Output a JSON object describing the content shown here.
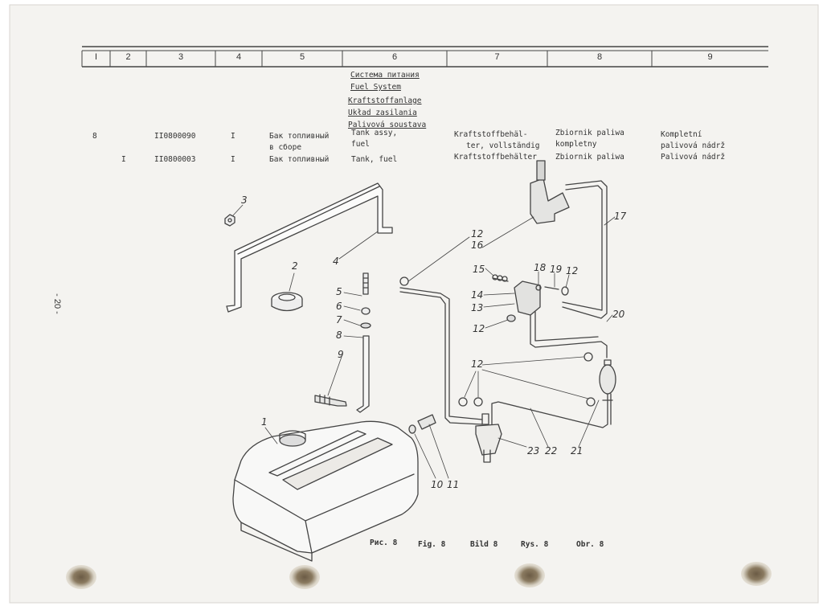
{
  "page_number": "- 20 -",
  "columns": [
    "I",
    "2",
    "3",
    "4",
    "5",
    "6",
    "7",
    "8",
    "9"
  ],
  "section_titles": [
    "Система питания",
    "Fuel System",
    "Kraftstoffanlage",
    "Układ zasilania",
    "Palivová soustava"
  ],
  "rows": [
    {
      "col1": "8",
      "col2": "",
      "part_no": "II0800090",
      "qty": "I",
      "ru": [
        "Бак топливный",
        "в сборе"
      ],
      "en": [
        "Tank assy,",
        "fuel"
      ],
      "de": [
        "Kraftstoffbehäl-",
        "ter, vollständig"
      ],
      "pl": [
        "Zbiornik paliwa",
        "kompletny"
      ],
      "cs": [
        "Kompletní",
        "palivová nádrž"
      ]
    },
    {
      "col1": "",
      "col2": "I",
      "part_no": "II0800003",
      "qty": "I",
      "ru": [
        "Бак топливный"
      ],
      "en": [
        "Tank, fuel"
      ],
      "de": [
        "Kraftstoffbehälter"
      ],
      "pl": [
        "Zbiornik paliwa"
      ],
      "cs": [
        "Palivová nádrž"
      ]
    }
  ],
  "callouts": [
    "1",
    "2",
    "3",
    "4",
    "5",
    "6",
    "7",
    "8",
    "9",
    "10",
    "11",
    "12",
    "12",
    "12",
    "12",
    "12",
    "13",
    "14",
    "15",
    "16",
    "17",
    "18",
    "19",
    "20",
    "21",
    "22",
    "23"
  ],
  "captions": [
    "Рис. 8",
    "Fig. 8",
    "Bild 8",
    "Rys. 8",
    "Obr. 8"
  ],
  "colors": {
    "paper": "#f4f3f0",
    "ink": "#333333",
    "line": "#555555"
  }
}
